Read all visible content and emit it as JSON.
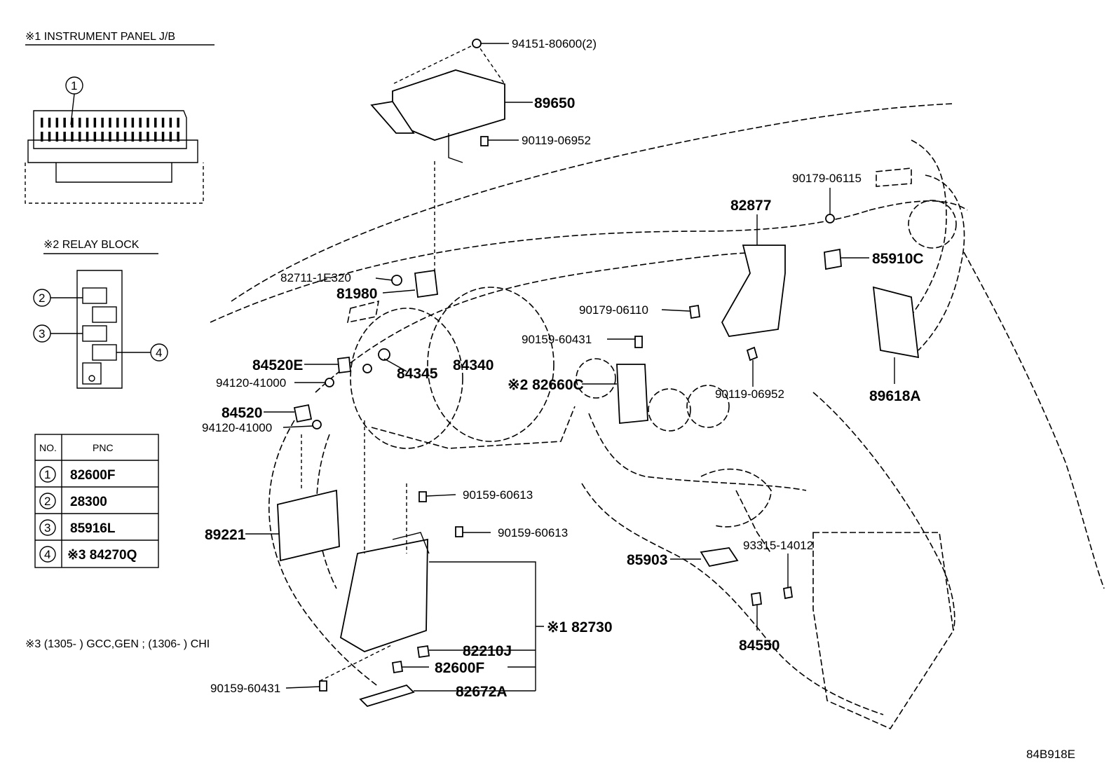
{
  "figure_code": "84B918E",
  "legend": {
    "jb_title": "※1 INSTRUMENT PANEL J/B",
    "relay_title": "※2 RELAY BLOCK",
    "note": "※3 (1305-     ) GCC,GEN  ; (1306-     ) CHI",
    "table": {
      "col_no": "NO.",
      "col_pnc": "PNC",
      "rows": [
        {
          "no": "1",
          "pnc": "82600F"
        },
        {
          "no": "2",
          "pnc": "28300"
        },
        {
          "no": "3",
          "pnc": "85916L"
        },
        {
          "no": "4",
          "pnc": "※3 84270Q"
        }
      ]
    },
    "callouts": [
      "1",
      "2",
      "3",
      "4"
    ]
  },
  "parts": {
    "p94151": "94151-80600(2)",
    "p89650": "89650",
    "p90119a": "90119-06952",
    "p90179a": "90179-06115",
    "p82877": "82877",
    "p85910c": "85910C",
    "p82711": "82711-1E320",
    "p81980": "81980",
    "p90179b": "90179-06110",
    "p90159a": "90159-60431",
    "p84520e": "84520E",
    "p84345": "84345",
    "p84340": "84340",
    "p94120a": "94120-41000",
    "p82660c": "※2 82660C",
    "p90119b": "90119-06952",
    "p89618a": "89618A",
    "p84520": "84520",
    "p94120b": "94120-41000",
    "p90159b": "90159-60613",
    "p90159c": "90159-60613",
    "p89221": "89221",
    "p85903": "85903",
    "p93315": "93315-14012",
    "p82730": "※1 82730",
    "p82210j": "82210J",
    "p82600f": "82600F",
    "p82672a": "82672A",
    "p90159d": "90159-60431",
    "p84550": "84550"
  }
}
